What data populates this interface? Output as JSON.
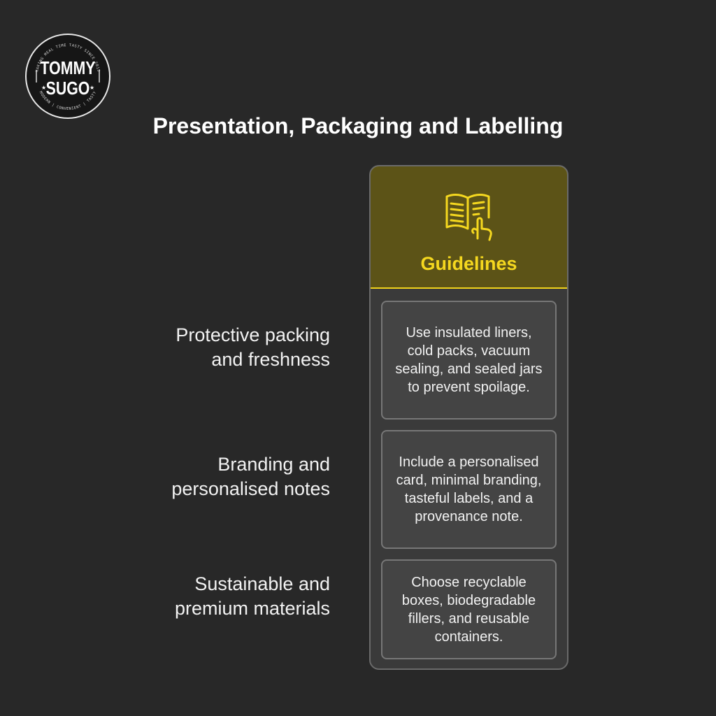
{
  "logo": {
    "line1": "TOMMY",
    "line2": "SUGO",
    "ring_top": "MAKING MEAL TIME TASTY SINCE 2015",
    "ring_bottom": "MODERN | CONVENIENT | TASTY"
  },
  "title": "Presentation, Packaging and Labelling",
  "column": {
    "header": "Guidelines",
    "icon": "book-pointer-icon"
  },
  "rows": [
    {
      "label": "Protective packing and freshness",
      "guideline": "Use insulated liners, cold packs, vacuum sealing, and sealed jars to prevent spoilage."
    },
    {
      "label": "Branding and personalised notes",
      "guideline": "Include a personalised card, minimal branding, tasteful labels, and a provenance note."
    },
    {
      "label": "Sustainable and premium materials",
      "guideline": "Choose recyclable boxes, biodegradable fillers, and reusable containers."
    }
  ],
  "colors": {
    "background": "#282828",
    "accent": "#f5d81f",
    "header_fill": "#5c5317",
    "panel_fill": "#3a3a3a"
  }
}
